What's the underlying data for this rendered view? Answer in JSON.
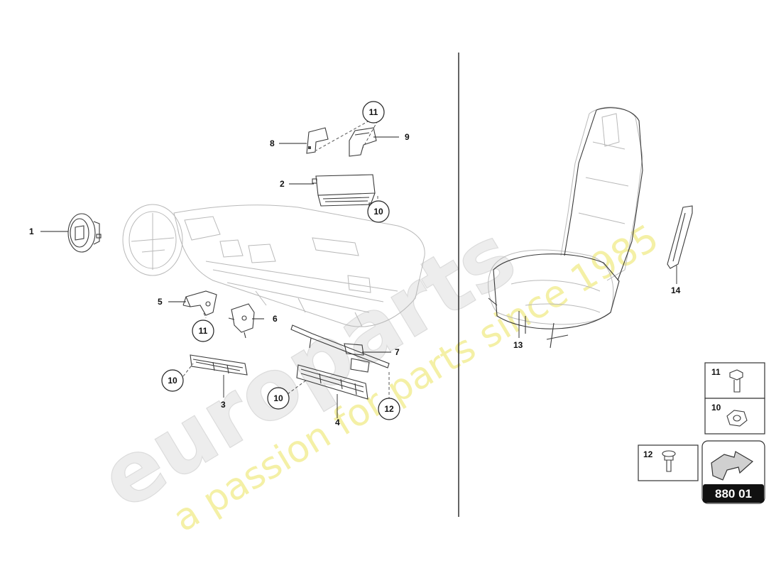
{
  "watermark": {
    "brand": "europarts",
    "slogan": "a passion for parts since 1985"
  },
  "callouts": {
    "n1": "1",
    "n2": "2",
    "n3": "3",
    "n4": "4",
    "n5": "5",
    "n6": "6",
    "n7": "7",
    "n8": "8",
    "n9": "9",
    "n13": "13",
    "n14": "14"
  },
  "circled_refs": {
    "c11_top": "11",
    "c10_top": "10",
    "c11_mid": "11",
    "c10_left": "10",
    "c10_mid": "10",
    "c12": "12"
  },
  "legend": {
    "b11": "11",
    "b10": "10",
    "b12": "12"
  },
  "diagram_code": "880 01"
}
